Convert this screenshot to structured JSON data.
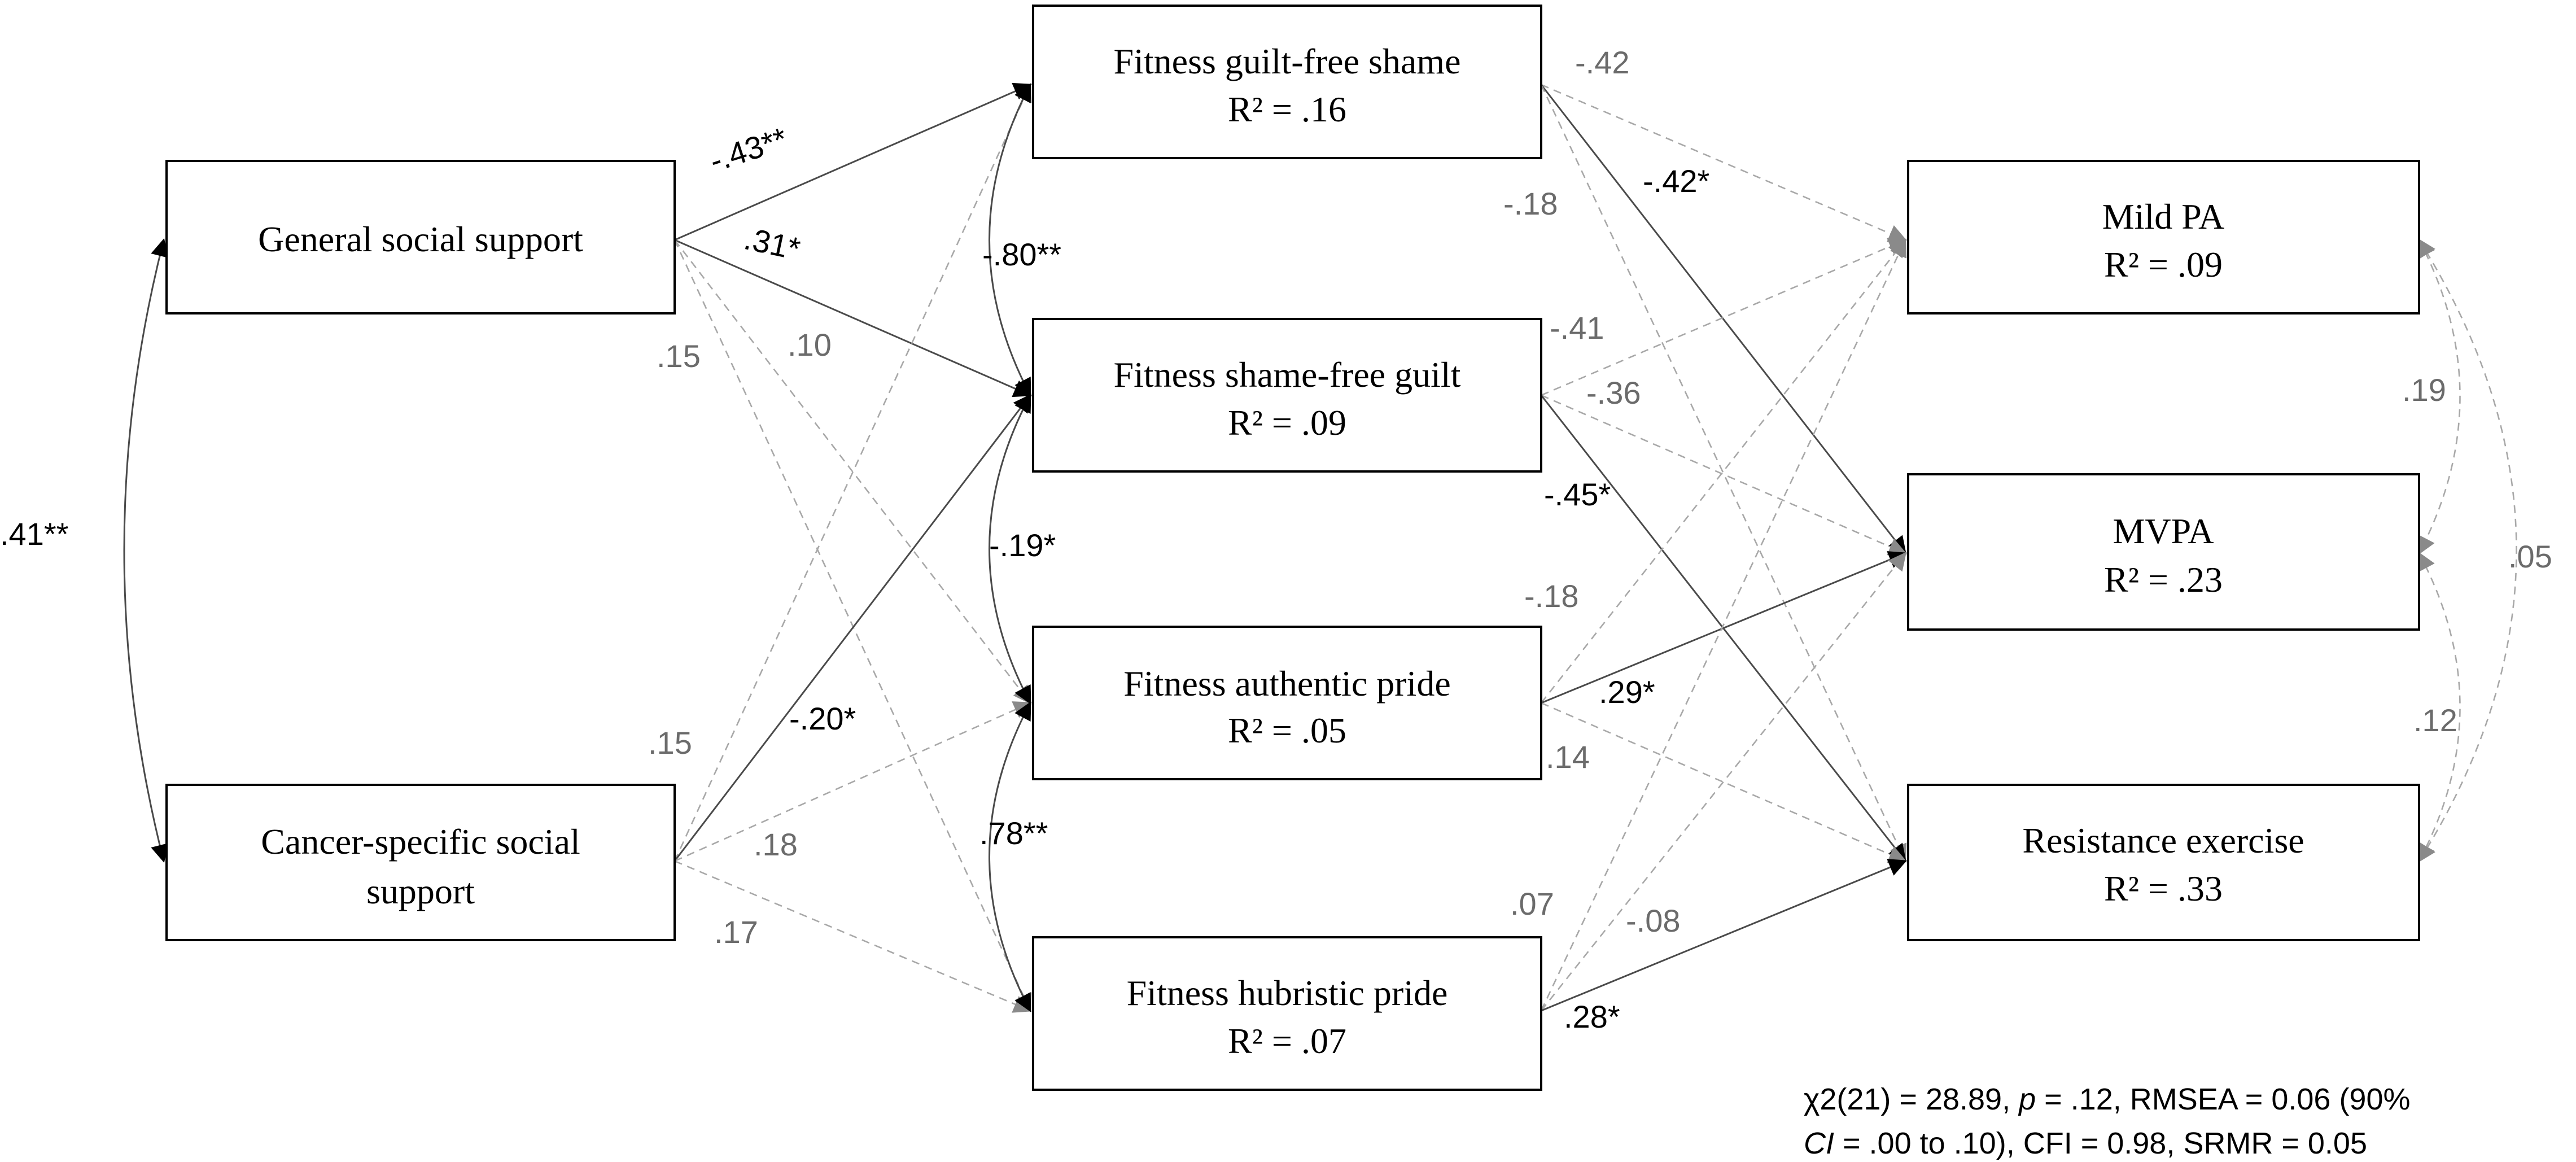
{
  "nodes": {
    "general_support": {
      "line1": "General social support"
    },
    "cancer_support": {
      "line1": "Cancer-specific social",
      "line2": "support"
    },
    "guilt_free_shame": {
      "line1": "Fitness guilt-free shame",
      "r2": "R² = .16"
    },
    "shame_free_guilt": {
      "line1": "Fitness shame-free guilt",
      "r2": "R² = .09"
    },
    "authentic_pride": {
      "line1": "Fitness authentic pride",
      "r2": "R² = .05"
    },
    "hubristic_pride": {
      "line1": "Fitness hubristic pride",
      "r2": "R² = .07"
    },
    "mild_pa": {
      "line1": "Mild PA",
      "r2": "R² = .09"
    },
    "mvpa": {
      "line1": "MVPA",
      "r2": "R² = .23"
    },
    "resistance": {
      "line1": "Resistance exercise",
      "r2": "R² = .33"
    }
  },
  "coefficients": {
    "gs_support_covar": ".41**",
    "gs_to_shame": "-.43**",
    "gs_to_guilt": ".31*",
    "gs_to_authentic": ".10",
    "gs_to_hubristic": ".15",
    "cs_to_shame": ".15",
    "cs_to_guilt": "-.20*",
    "cs_to_authentic": ".18",
    "cs_to_hubristic": ".17",
    "shame_guilt_covar": "-.80**",
    "guilt_authentic_covar": "-.19*",
    "authentic_hubristic_covar": ".78**",
    "shame_to_mild": "-.42",
    "shame_to_mvpa": "-.42*",
    "shame_to_resistance": "-.18",
    "guilt_to_mild": "-.41",
    "guilt_to_mvpa": "-.36",
    "guilt_to_resistance": "-.45*",
    "authentic_to_mild": "-.18",
    "authentic_to_mvpa": ".29*",
    "authentic_to_resistance": ".14",
    "hubristic_to_mild": ".07",
    "hubristic_to_mvpa": "-.08",
    "hubristic_to_resistance": ".28*",
    "mild_mvpa_covar": ".19",
    "mvpa_resistance_covar": ".12",
    "mild_resistance_covar": ".05"
  },
  "fit_stats": {
    "line1_a": "χ2(21) = 28.89, ",
    "line1_p": "p",
    "line1_b": " = .12, RMSEA = 0.06 (90%",
    "line2_ci": "CI",
    "line2_b": " = .00 to .10), CFI = 0.98, SRMR = 0.05"
  }
}
